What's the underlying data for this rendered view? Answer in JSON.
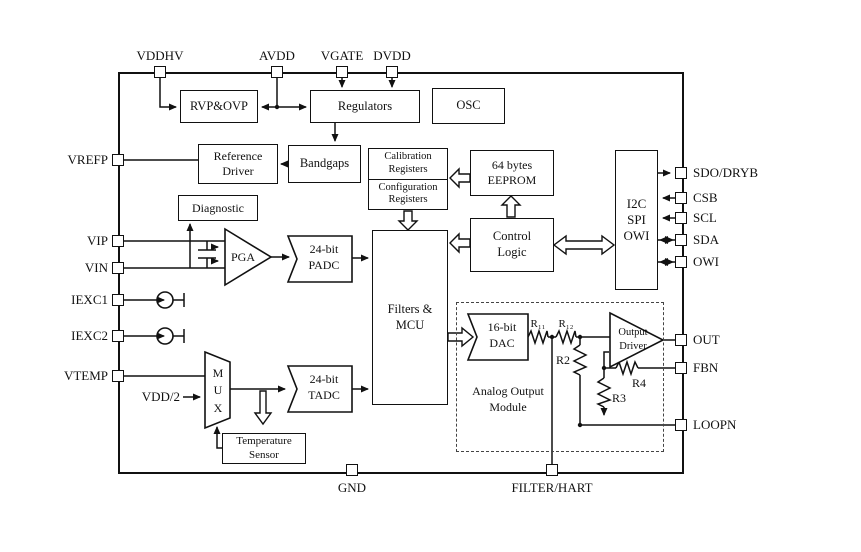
{
  "blocks": {
    "rvp_ovp": "RVP&OVP",
    "regulators": "Regulators",
    "osc": "OSC",
    "reference_driver": "Reference Driver",
    "bandgaps": "Bandgaps",
    "calibration_registers": "Calibration Registers",
    "configuration_registers": "Configuration Registers",
    "eeprom": "64 bytes EEPROM",
    "interface": "I2C SPI OWI",
    "diagnostic": "Diagnostic",
    "control_logic": "Control Logic",
    "pga": "PGA",
    "padc": "24-bit PADC",
    "filters_mcu": "Filters & MCU",
    "mux": "M U X",
    "tadc": "24-bit TADC",
    "temperature_sensor": "Temperature Sensor",
    "dac": "16-bit DAC",
    "output_driver": "Output Driver",
    "analog_output_module": "Analog Output Module"
  },
  "pins": {
    "top": [
      "VDDHV",
      "AVDD",
      "VGATE",
      "DVDD"
    ],
    "left": [
      "VREFP",
      "VIP",
      "VIN",
      "IEXC1",
      "IEXC2",
      "VTEMP"
    ],
    "right": [
      "SDO/DRYB",
      "CSB",
      "SCL",
      "SDA",
      "OWI",
      "OUT",
      "FBN",
      "LOOPN"
    ],
    "bottom": [
      "GND",
      "FILTER/HART"
    ]
  },
  "net_labels": {
    "vdd_half": "VDD/2",
    "r11": "R₁₁",
    "r12": "R₁₂",
    "r2": "R2",
    "r3": "R3",
    "r4": "R4"
  },
  "colors": {
    "line": "#111111",
    "background": "#ffffff"
  }
}
